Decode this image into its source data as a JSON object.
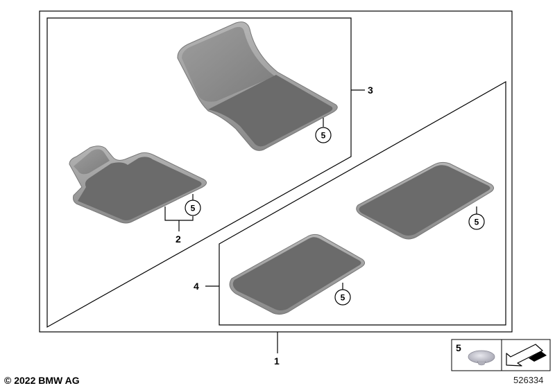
{
  "labels": {
    "main": "1",
    "front_left": "2",
    "front_right": "3",
    "rear_set": "4",
    "clip": "5"
  },
  "footer": {
    "copyright": "© 2022 BMW AG",
    "diagram_ref": "526334"
  },
  "colors": {
    "mat": "#6d6d6d",
    "mat_edge": "#9a9a9a",
    "mat_back": "#8c8c8c",
    "line": "#000000"
  }
}
